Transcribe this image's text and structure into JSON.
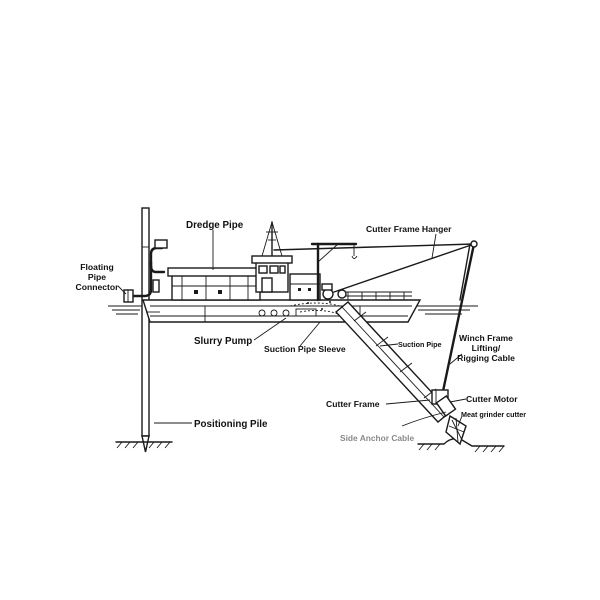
{
  "labels": {
    "dredge_pipe": "Dredge Pipe",
    "cutter_frame_hanger": "Cutter Frame Hanger",
    "floating_pipe_connector_1": "Floating",
    "floating_pipe_connector_2": "Pipe",
    "floating_pipe_connector_3": "Connector",
    "slurry_pump": "Slurry Pump",
    "suction_pipe_sleeve": "Suction Pipe Sleeve",
    "suction_pipe": "Suction Pipe",
    "winch_frame_1": "Winch Frame",
    "winch_frame_2": "Lifting/",
    "winch_frame_3": "Rigging Cable",
    "cutter_motor": "Cutter Motor",
    "cutter_frame": "Cutter Frame",
    "meat_grinder_cutter": "Meat grinder cutter",
    "positioning_pile": "Positioning Pile",
    "side_anchor_cable": "Side Anchor Cable"
  },
  "colors": {
    "line": "#1a1a1a",
    "label": "#111111",
    "muted_label": "#8a8a8a",
    "background": "#ffffff"
  }
}
